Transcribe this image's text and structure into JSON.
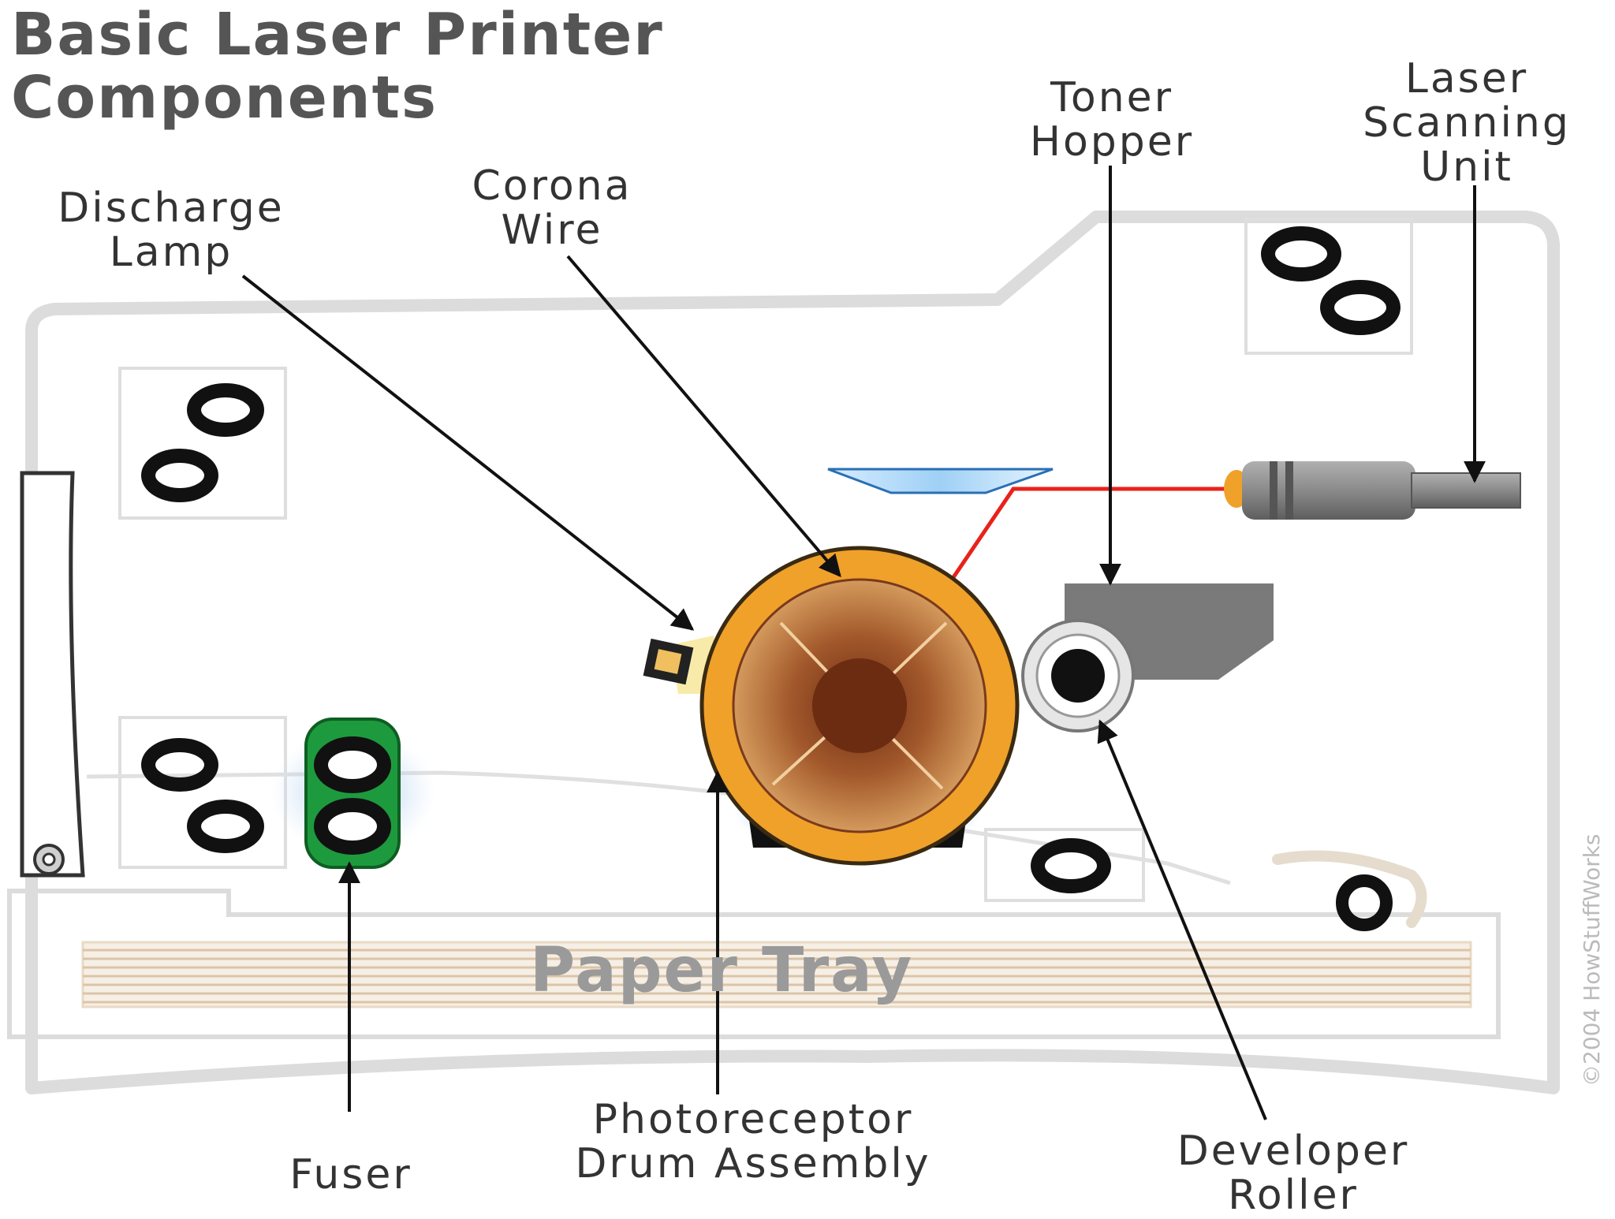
{
  "title": {
    "line1": "Basic Laser Printer",
    "line2": "Components"
  },
  "labels": {
    "discharge_lamp": {
      "line1": "Discharge",
      "line2": "Lamp"
    },
    "corona_wire": {
      "line1": "Corona",
      "line2": "Wire"
    },
    "toner_hopper": {
      "line1": "Toner",
      "line2": "Hopper"
    },
    "laser_scanning_unit": {
      "line1": "Laser",
      "line2": "Scanning",
      "line3": "Unit"
    },
    "fuser": "Fuser",
    "photoreceptor_drum": {
      "line1": "Photoreceptor",
      "line2": "Drum Assembly"
    },
    "developer_roller": {
      "line1": "Developer",
      "line2": "Roller"
    },
    "paper_tray": "Paper Tray"
  },
  "copyright": "©2004 HowStuffWorks",
  "colors": {
    "laser_beam": "#e8221b",
    "drum_ring": "#f0a12a",
    "drum_core": "#7a3a1c",
    "fuser_green": "#1e9a3e",
    "glow_blue": "#9cc3ea",
    "toner_gray": "#7a7a7a",
    "frame_gray": "#d6d6d6",
    "corona_blue": "#2a3399"
  }
}
